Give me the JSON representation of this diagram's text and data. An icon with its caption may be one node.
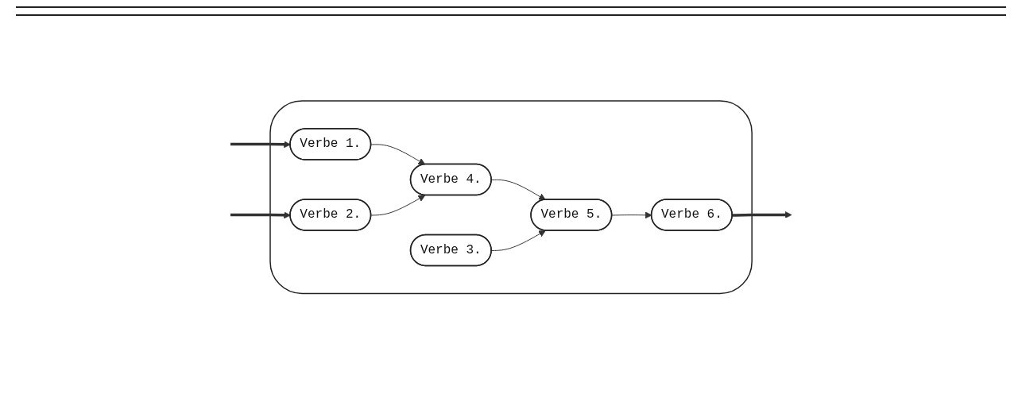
{
  "diagram": {
    "nodes": [
      {
        "text": [],
        "shape": "cloud"
      },
      {
        "text": [
          "Verbe 1."
        ],
        "in": 0
      },
      {
        "text": [
          "Verbe 2."
        ],
        "in": 0
      },
      {
        "text": [
          "Verbe 3."
        ],
        "in": 0
      },
      {
        "text": [
          "Verbe 4."
        ],
        "in": 0
      },
      {
        "text": [
          "Verbe 5."
        ],
        "in": 0
      },
      {
        "text": [
          "Verbe 6."
        ],
        "in": 0
      }
    ],
    "edges": [
      {
        "from": null,
        "to": 1,
        "arrow": "to",
        "style": "thick"
      },
      {
        "from": null,
        "to": 2,
        "arrow": "to",
        "style": "thick"
      },
      {
        "from": 1,
        "to": 4,
        "arrow": "to"
      },
      {
        "from": 2,
        "to": 4,
        "arrow": "to"
      },
      {
        "from": 4,
        "to": 5,
        "arrow": "to"
      },
      {
        "from": 3,
        "to": 5,
        "arrow": "to"
      },
      {
        "from": 5,
        "to": 6,
        "arrow": "to"
      },
      {
        "from": 6,
        "to": null,
        "arrow": "to",
        "style": "thick"
      }
    ]
  }
}
